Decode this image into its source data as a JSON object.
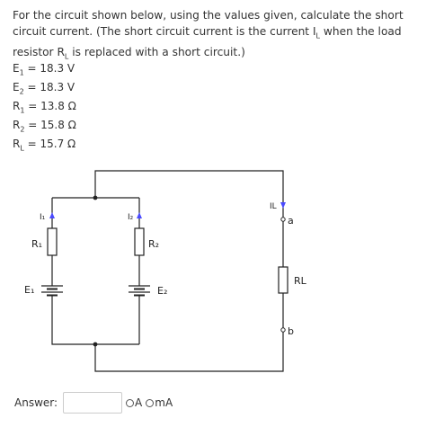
{
  "question": {
    "part1": "For the circuit shown below, using the values given, calculate the short circuit current. (The short circuit current is the current I",
    "sub_L1": "L",
    "part2": " when the load resistor R",
    "sub_L2": "L",
    "part3": " is replaced with a short circuit.)"
  },
  "givens": [
    {
      "sym": "E",
      "sub": "1",
      "value": " = 18.3 V"
    },
    {
      "sym": "E",
      "sub": "2",
      "value": " = 18.3 V"
    },
    {
      "sym": "R",
      "sub": "1",
      "value": " = 13.8 Ω"
    },
    {
      "sym": "R",
      "sub": "2",
      "value": " = 15.8 Ω"
    },
    {
      "sym": "R",
      "sub": "L",
      "value": " = 15.7 Ω"
    }
  ],
  "circuit": {
    "i1_label": "I₁",
    "i2_label": "I₂",
    "il_label": "IL",
    "r1_label": "R₁",
    "r2_label": "R₂",
    "rl_label": "RL",
    "e1_label": "E₁",
    "e2_label": "E₂",
    "node_a": "a",
    "node_b": "b",
    "arrow_color": "#4a4aff"
  },
  "answer": {
    "label": "Answer:",
    "value": "",
    "unit_A": "A",
    "unit_mA": "mA"
  }
}
